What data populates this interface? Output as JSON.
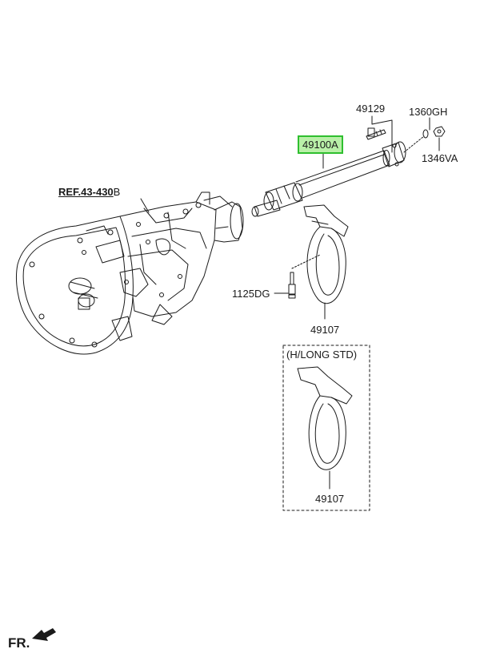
{
  "parts": {
    "ref": "REF.43-430",
    "ref_suffix": "B",
    "part_49129": "49129",
    "part_1360gh": "1360GH",
    "part_1346va": "1346VA",
    "part_49100a": "49100A",
    "part_1125dg": "1125DG",
    "part_49107_a": "49107",
    "part_49107_b": "49107"
  },
  "variant_box": {
    "title": "(H/LONG STD)"
  },
  "orientation": {
    "label": "FR."
  },
  "colors": {
    "highlight_border": "#2fbf2f",
    "highlight_fill": "#b9f0a8",
    "line": "#1a1a1a"
  }
}
